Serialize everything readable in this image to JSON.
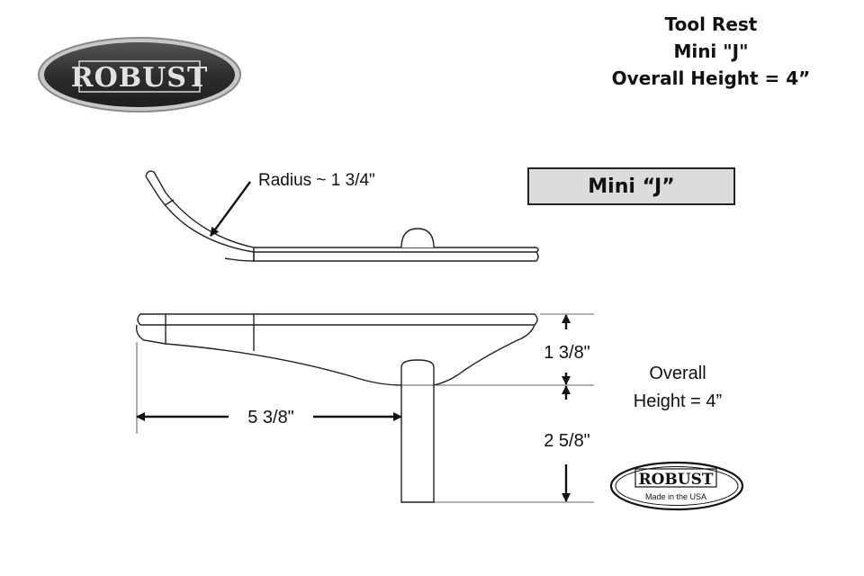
{
  "logo": {
    "top_text": "ROBUST",
    "bottom_text": "ROBUST",
    "bottom_tagline": "Made in the USA"
  },
  "title": {
    "line1": "Tool Rest",
    "line2": "Mini \"J\"",
    "line3": "Overall Height = 4”"
  },
  "name_box": "Mini “J”",
  "annotations": {
    "radius": "Radius ~ 1 3/4\"",
    "length": "5 3/8\"",
    "upper_height": "1 3/8\"",
    "lower_height": "2 5/8\"",
    "overall_line1": "Overall",
    "overall_line2": "Height = 4”"
  },
  "colors": {
    "logo_dark": "#3a3a3a",
    "logo_ring": "#b0b0b0",
    "name_box_fill": "#dcdcdc",
    "line": "#222222"
  }
}
